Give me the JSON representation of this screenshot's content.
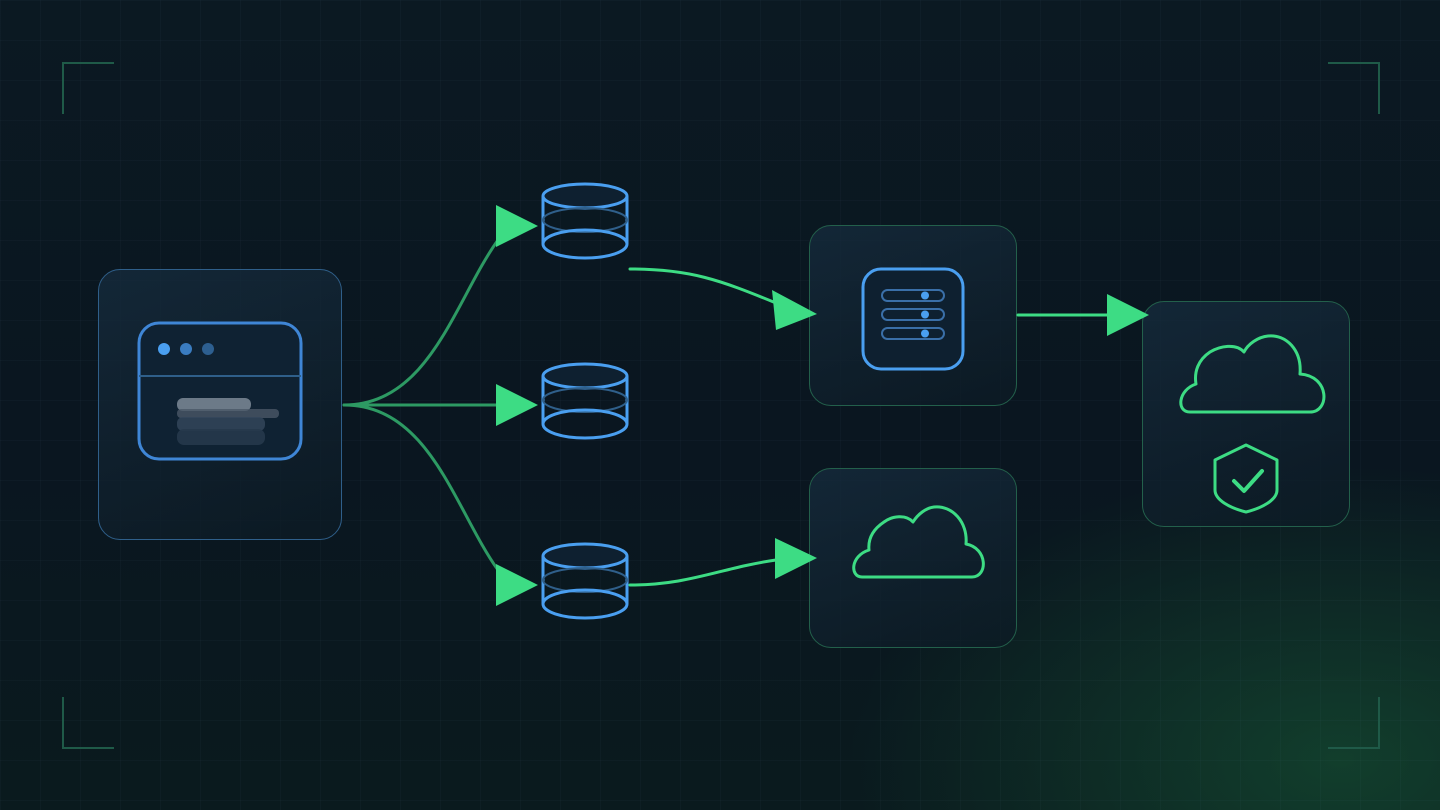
{
  "theme": {
    "background": "#0a1621",
    "accent_green": "#3ddc84",
    "accent_blue": "#4a9ff0",
    "card_border_blue": "#2f5f8a",
    "card_border_green": "#23604b"
  },
  "diagram": {
    "nodes": [
      {
        "id": "client",
        "icon": "browser-window-icon"
      },
      {
        "id": "db-1",
        "icon": "database-icon"
      },
      {
        "id": "db-2",
        "icon": "database-icon"
      },
      {
        "id": "db-3",
        "icon": "database-icon"
      },
      {
        "id": "server",
        "icon": "server-icon"
      },
      {
        "id": "cloud",
        "icon": "cloud-icon"
      },
      {
        "id": "secure-cloud",
        "icon": "cloud-icon"
      },
      {
        "id": "secure-badge",
        "icon": "shield-check-icon"
      }
    ],
    "edges": [
      {
        "from": "client",
        "to": "db-1"
      },
      {
        "from": "client",
        "to": "db-2"
      },
      {
        "from": "client",
        "to": "db-3"
      },
      {
        "from": "db-1",
        "to": "server"
      },
      {
        "from": "db-3",
        "to": "cloud"
      },
      {
        "from": "server",
        "to": "secure-cloud"
      }
    ]
  }
}
